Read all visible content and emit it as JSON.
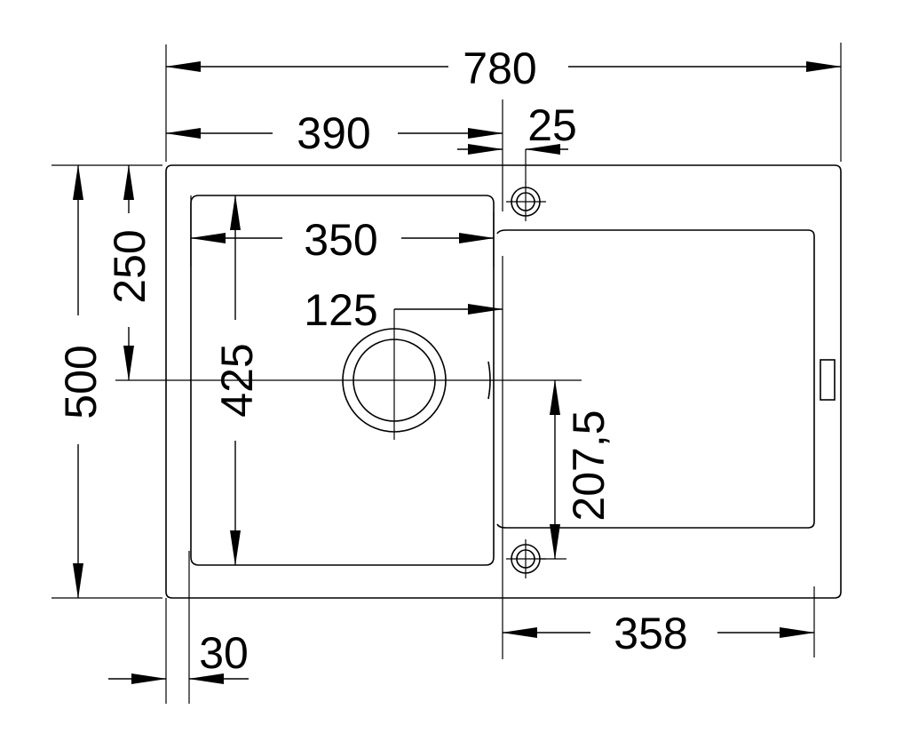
{
  "drawing": {
    "dimensions": {
      "overall_width": "780",
      "bowl_side_width": "390",
      "tap_offset": "25",
      "bowl_inner_width": "350",
      "drain_offset": "125",
      "overall_depth": "500",
      "half_depth": "250",
      "bowl_depth": "425",
      "drainboard_offset": "207,5",
      "drainboard_width": "358",
      "rim_width": "30"
    }
  }
}
